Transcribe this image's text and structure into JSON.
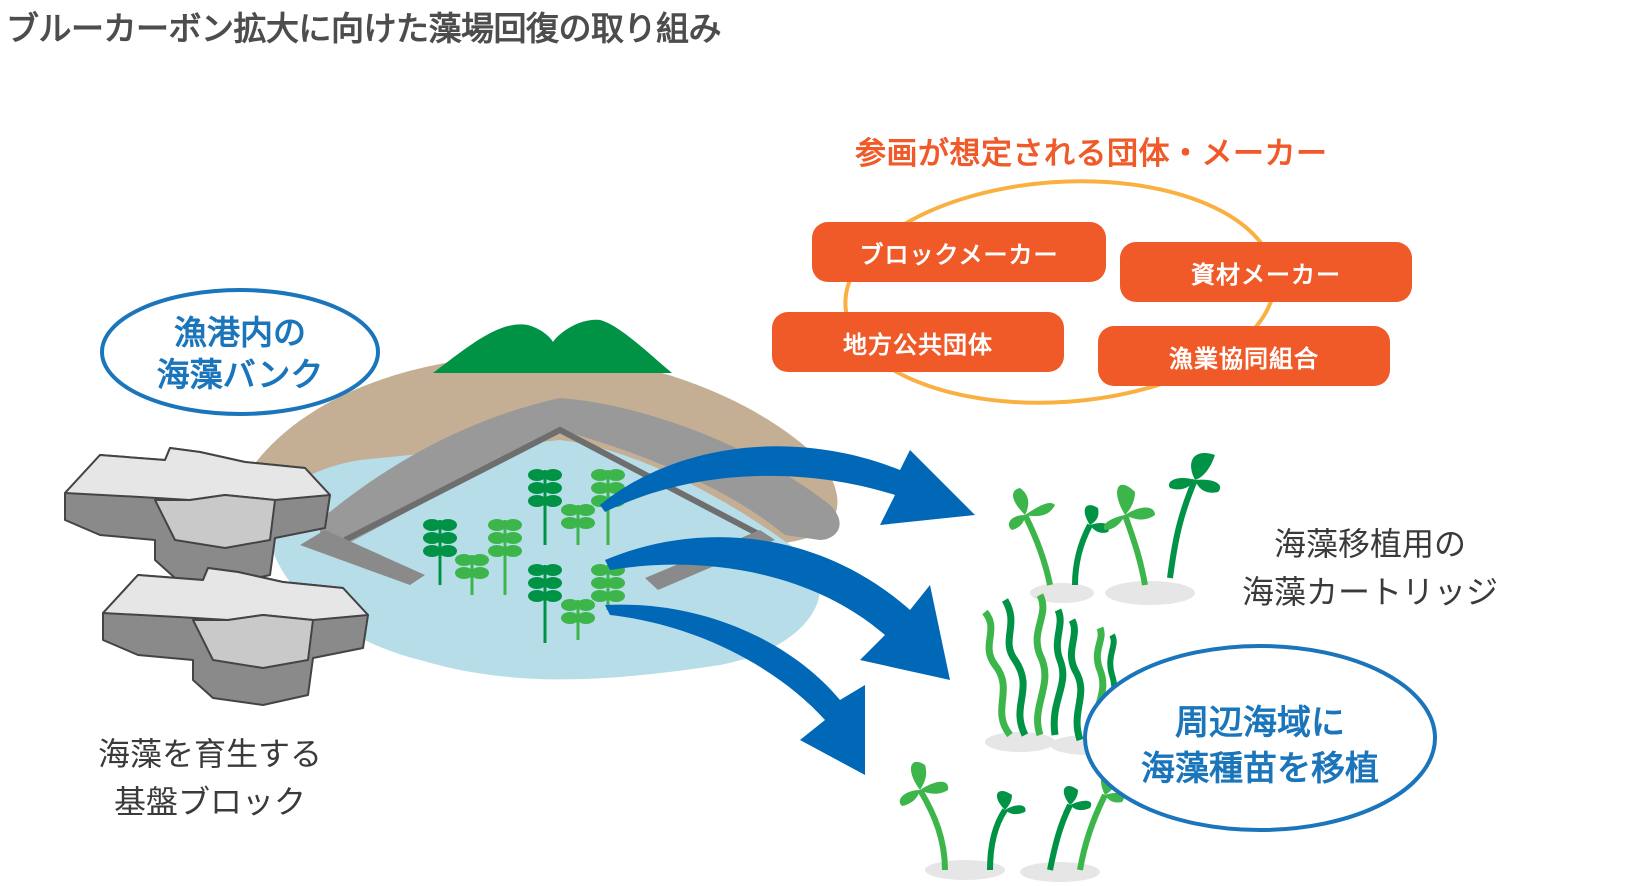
{
  "title": "ブルーカーボン拡大に向けた藻場回復の取り組み",
  "participants": {
    "heading": "参画が想定される団体・メーカー",
    "organizations": [
      "ブロックメーカー",
      "資材メーカー",
      "地方公共団体",
      "漁業協同組合"
    ]
  },
  "labels": {
    "seaweed_bank": [
      "漁港内の",
      "海藻バンク"
    ],
    "base_block": [
      "海藻を育生する",
      "基盤ブロック"
    ],
    "cartridge": [
      "海藻移植用の",
      "海藻カートリッジ"
    ],
    "transplant": [
      "周辺海域に",
      "海藻種苗を移植"
    ]
  },
  "colors": {
    "accent_orange": "#f05a28",
    "ellipse_orange": "#f9b040",
    "bubble_blue": "#1a75bb",
    "arrow_blue": "#0068b7",
    "water": "#b7dde8",
    "land": "#c4ae94",
    "breakwater": "#999999",
    "mountain": "#009345",
    "seaweed_dark": "#009345",
    "seaweed_light": "#3cb54a",
    "block_gray": "#9a9a9a",
    "caption_text": "#3a3a3a"
  }
}
